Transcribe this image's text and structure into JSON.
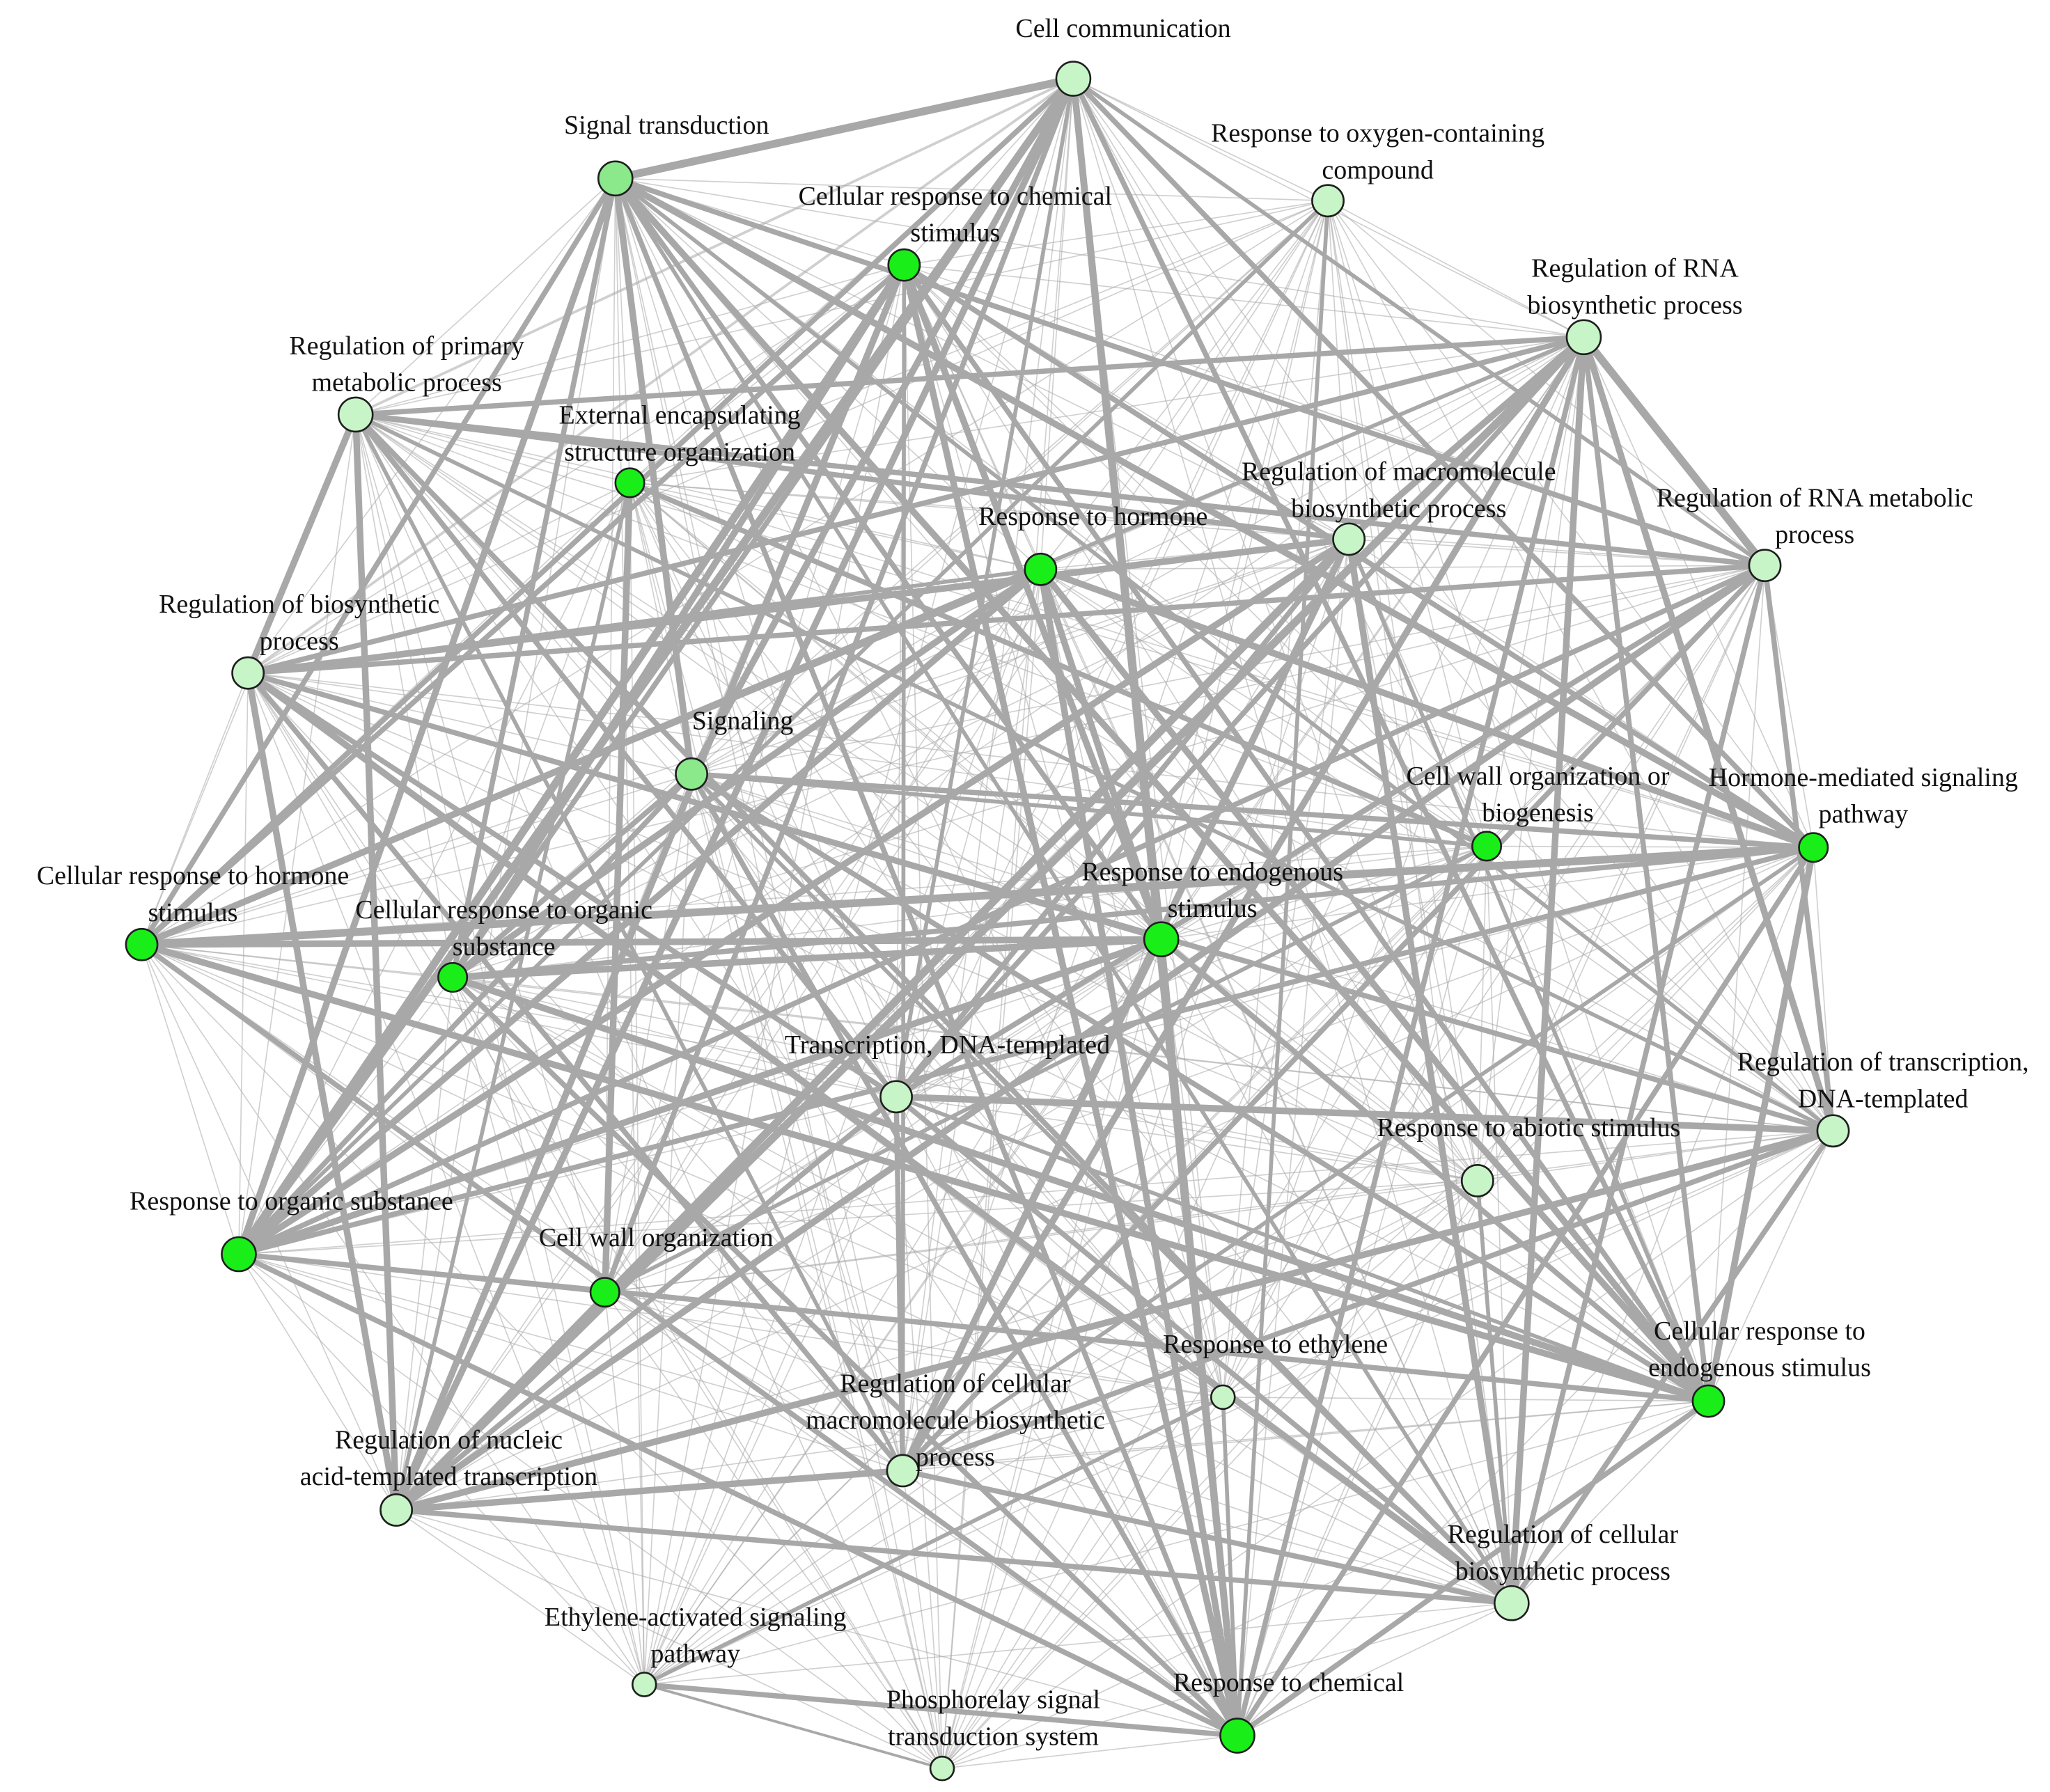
{
  "colors": {
    "edge": "#a8a8a8",
    "node_dark": "#19ee19",
    "node_light": "#c7f5c7",
    "node_mid": "#8be88b",
    "node_stroke": "#1e1e1e",
    "label": "#111111"
  },
  "nodes": [
    {
      "id": "cell_comm",
      "labels": [
        "Cell communication"
      ],
      "shade": "light"
    },
    {
      "id": "signal_trans",
      "labels": [
        "Signal transduction"
      ],
      "shade": "mid"
    },
    {
      "id": "resp_oxygen",
      "labels": [
        "Response to oxygen-containing",
        "compound"
      ],
      "shade": "light"
    },
    {
      "id": "cell_resp_chem",
      "labels": [
        "Cellular response to chemical",
        "stimulus"
      ],
      "shade": "dark"
    },
    {
      "id": "reg_rna_bio",
      "labels": [
        "Regulation of RNA",
        "biosynthetic process"
      ],
      "shade": "light"
    },
    {
      "id": "reg_primary",
      "labels": [
        "Regulation of primary",
        "metabolic process"
      ],
      "shade": "light"
    },
    {
      "id": "ext_encap",
      "labels": [
        "External encapsulating",
        "structure organization"
      ],
      "shade": "dark"
    },
    {
      "id": "reg_macro_bio",
      "labels": [
        "Regulation of macromolecule",
        "biosynthetic process"
      ],
      "shade": "light"
    },
    {
      "id": "reg_rna_met",
      "labels": [
        "Regulation of RNA metabolic",
        "process"
      ],
      "shade": "light"
    },
    {
      "id": "resp_hormone",
      "labels": [
        "Response to hormone"
      ],
      "shade": "dark"
    },
    {
      "id": "reg_bio",
      "labels": [
        "Regulation of biosynthetic",
        "process"
      ],
      "shade": "light"
    },
    {
      "id": "signaling",
      "labels": [
        "Signaling"
      ],
      "shade": "mid"
    },
    {
      "id": "cell_wall_bio",
      "labels": [
        "Cell wall organization or",
        "biogenesis"
      ],
      "shade": "dark"
    },
    {
      "id": "hormone_signal",
      "labels": [
        "Hormone-mediated signaling",
        "pathway"
      ],
      "shade": "dark"
    },
    {
      "id": "cell_resp_hormone",
      "labels": [
        "Cellular response to hormone",
        "stimulus"
      ],
      "shade": "dark"
    },
    {
      "id": "cell_resp_org",
      "labels": [
        "Cellular response to organic",
        "substance"
      ],
      "shade": "dark"
    },
    {
      "id": "resp_endo",
      "labels": [
        "Response to endogenous",
        "stimulus"
      ],
      "shade": "dark"
    },
    {
      "id": "transcription",
      "labels": [
        "Transcription, DNA-templated"
      ],
      "shade": "light"
    },
    {
      "id": "reg_transcription",
      "labels": [
        "Regulation of transcription,",
        "DNA-templated"
      ],
      "shade": "light"
    },
    {
      "id": "resp_abiotic",
      "labels": [
        "Response to abiotic stimulus"
      ],
      "shade": "light"
    },
    {
      "id": "resp_org",
      "labels": [
        "Response to organic substance"
      ],
      "shade": "dark"
    },
    {
      "id": "cell_wall_org",
      "labels": [
        "Cell wall organization"
      ],
      "shade": "dark"
    },
    {
      "id": "resp_ethylene",
      "labels": [
        "Response to ethylene"
      ],
      "shade": "light"
    },
    {
      "id": "cell_resp_endo",
      "labels": [
        "Cellular response to",
        "endogenous stimulus"
      ],
      "shade": "dark"
    },
    {
      "id": "reg_cell_macro",
      "labels": [
        "Regulation of cellular",
        "macromolecule biosynthetic",
        "process"
      ],
      "shade": "light"
    },
    {
      "id": "reg_nucleic",
      "labels": [
        "Regulation of nucleic",
        "acid-templated transcription"
      ],
      "shade": "light"
    },
    {
      "id": "reg_cell_bio",
      "labels": [
        "Regulation of cellular",
        "biosynthetic process"
      ],
      "shade": "light"
    },
    {
      "id": "ethylene_path",
      "labels": [
        "Ethylene-activated signaling",
        "pathway"
      ],
      "shade": "light"
    },
    {
      "id": "resp_chemical",
      "labels": [
        "Response to chemical"
      ],
      "shade": "dark"
    },
    {
      "id": "phosphorelay",
      "labels": [
        "Phosphorelay signal",
        "transduction system"
      ],
      "shade": "light"
    }
  ]
}
